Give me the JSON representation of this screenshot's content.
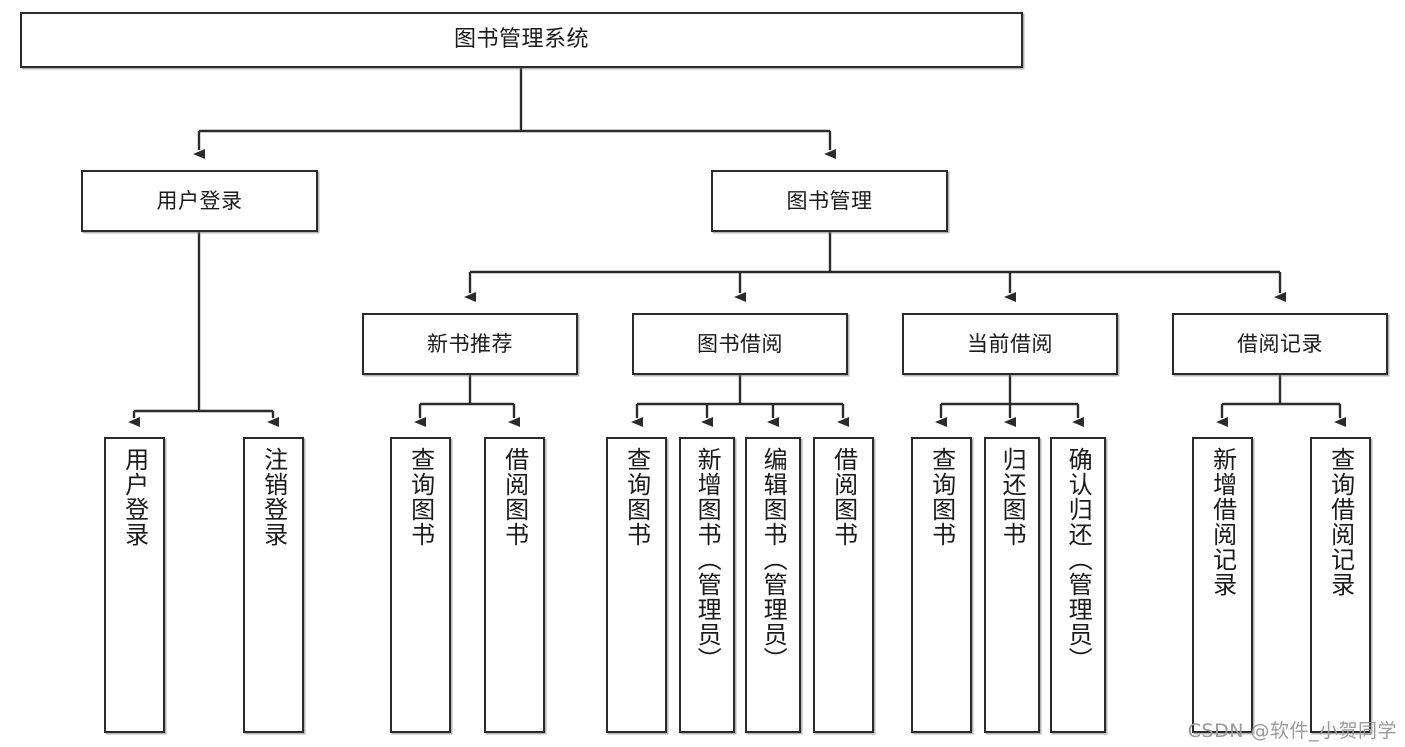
{
  "diagram": {
    "title": "图书管理系统",
    "type": "tree",
    "orientation": "top-down",
    "colors": {
      "box_border": "#2b2b2b",
      "box_fill": "#ffffff",
      "connector": "#2b2b2b",
      "watermark": "#9a9a9a",
      "background": "#ffffff"
    },
    "root": {
      "label": "图书管理系统"
    },
    "level1": [
      {
        "label": "用户登录"
      },
      {
        "label": "图书管理"
      }
    ],
    "level2": [
      {
        "label": "新书推荐"
      },
      {
        "label": "图书借阅"
      },
      {
        "label": "当前借阅"
      },
      {
        "label": "借阅记录"
      }
    ],
    "leaves": [
      {
        "label": "用户登录",
        "parent": "用户登录"
      },
      {
        "label": "注销登录",
        "parent": "用户登录"
      },
      {
        "label": "查询图书",
        "parent": "新书推荐"
      },
      {
        "label": "借阅图书",
        "parent": "新书推荐"
      },
      {
        "label": "查询图书",
        "parent": "图书借阅"
      },
      {
        "label": "新增图书（管理员）",
        "parent": "图书借阅"
      },
      {
        "label": "编辑图书（管理员）",
        "parent": "图书借阅"
      },
      {
        "label": "借阅图书",
        "parent": "图书借阅"
      },
      {
        "label": "查询图书",
        "parent": "当前借阅"
      },
      {
        "label": "归还图书",
        "parent": "当前借阅"
      },
      {
        "label": "确认归还（管理员）",
        "parent": "当前借阅"
      },
      {
        "label": "新增借阅记录",
        "parent": "借阅记录"
      },
      {
        "label": "查询借阅记录",
        "parent": "借阅记录"
      }
    ]
  },
  "watermark": {
    "text": "CSDN @软件_小贺同学"
  }
}
